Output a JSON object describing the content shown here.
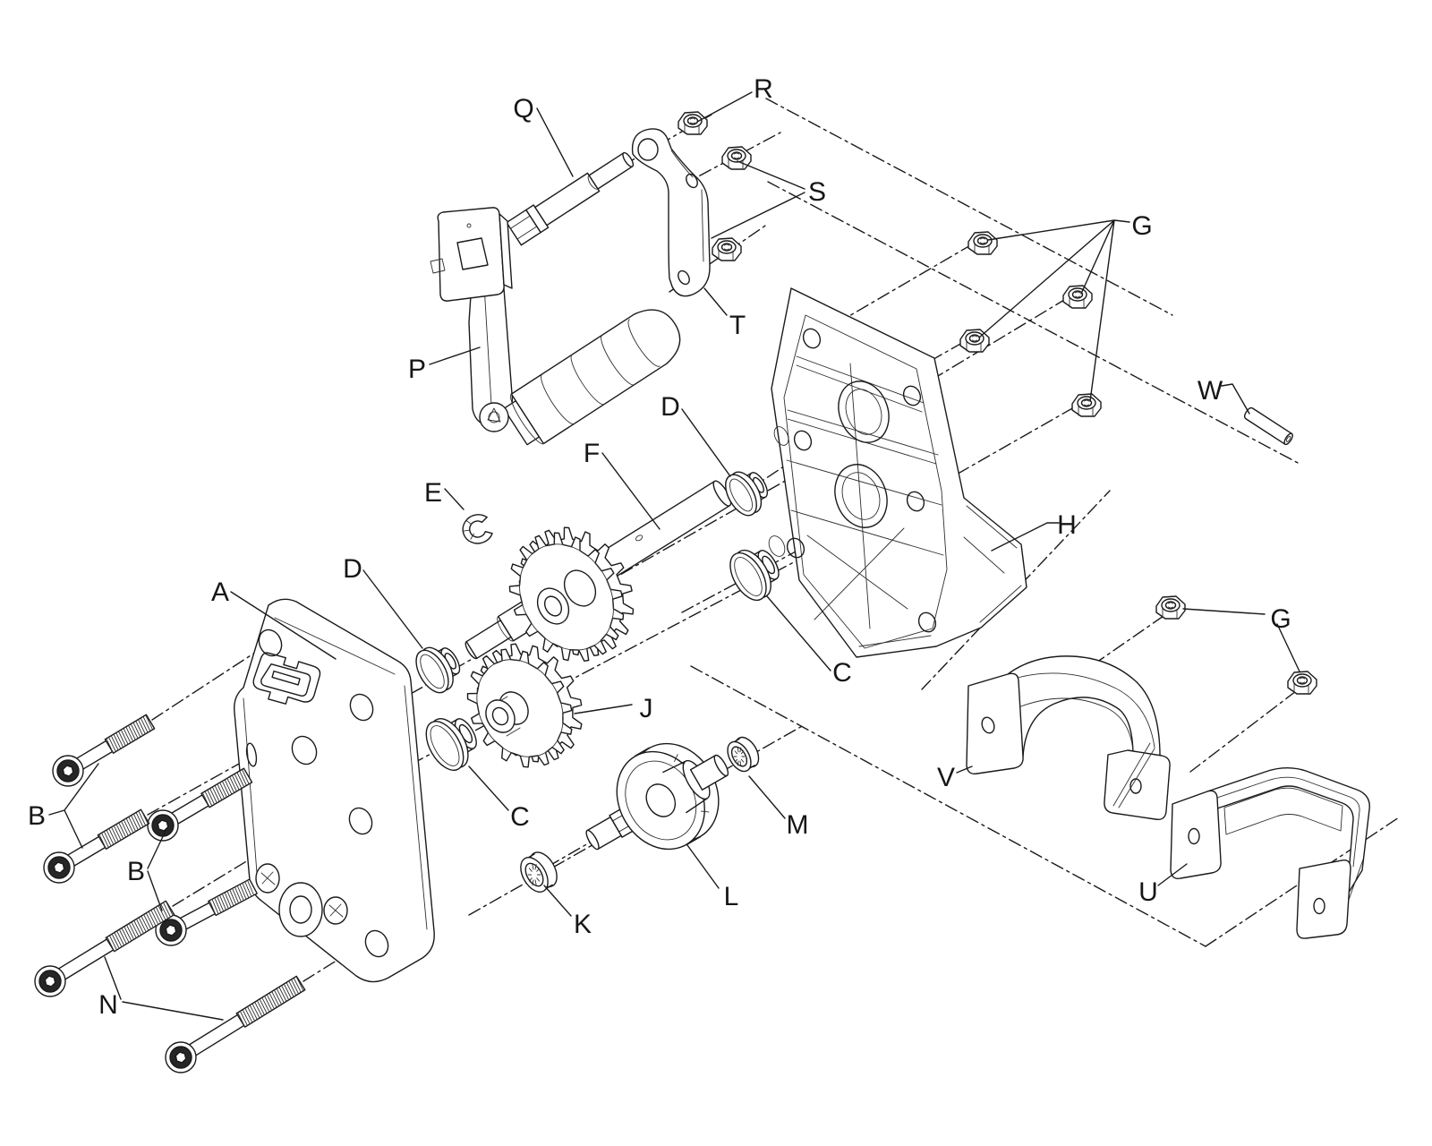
{
  "diagram": {
    "kind": "exploded-parts-diagram",
    "background_color": "#ffffff",
    "line_color": "#1a1a1a"
  },
  "labels": {
    "A": "A",
    "B": "B",
    "C": "C",
    "D": "D",
    "E": "E",
    "F": "F",
    "G": "G",
    "H": "H",
    "J": "J",
    "K": "K",
    "L": "L",
    "M": "M",
    "N": "N",
    "P": "P",
    "Q": "Q",
    "R": "R",
    "S": "S",
    "T": "T",
    "U": "U",
    "V": "V",
    "W": "W"
  }
}
